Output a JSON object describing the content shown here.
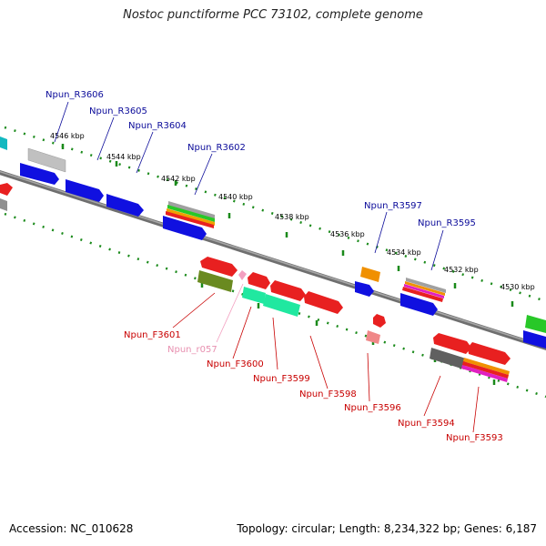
{
  "title": "Nostoc punctiforme PCC 73102, complete genome",
  "footer": {
    "accession": "Accession: NC_010628",
    "topology": "Topology: circular; Length: 8,234,322 bp; Genes: 6,187"
  },
  "colors": {
    "label_reverse": "#0b0b9a",
    "label_forward": "#c80000",
    "label_rna": "#e890b0",
    "backbone": "#7a7a7a",
    "tick": "#1a8a1a"
  },
  "kbp_ticks": [
    "4546 kbp",
    "4544 kbp",
    "4542 kbp",
    "4540 kbp",
    "4538 kbp",
    "4536 kbp",
    "4534 kbp",
    "4532 kbp",
    "4530 kbp"
  ],
  "genes_reverse": [
    {
      "label": "Npun_R3606"
    },
    {
      "label": "Npun_R3605"
    },
    {
      "label": "Npun_R3604"
    },
    {
      "label": "Npun_R3602"
    },
    {
      "label": "Npun_R3597"
    },
    {
      "label": "Npun_R3595"
    }
  ],
  "genes_forward": [
    {
      "label": "Npun_F3601"
    },
    {
      "label": "Npun_r057"
    },
    {
      "label": "Npun_F3600"
    },
    {
      "label": "Npun_F3599"
    },
    {
      "label": "Npun_F3598"
    },
    {
      "label": "Npun_F3596"
    },
    {
      "label": "Npun_F3594"
    },
    {
      "label": "Npun_F3593"
    }
  ]
}
